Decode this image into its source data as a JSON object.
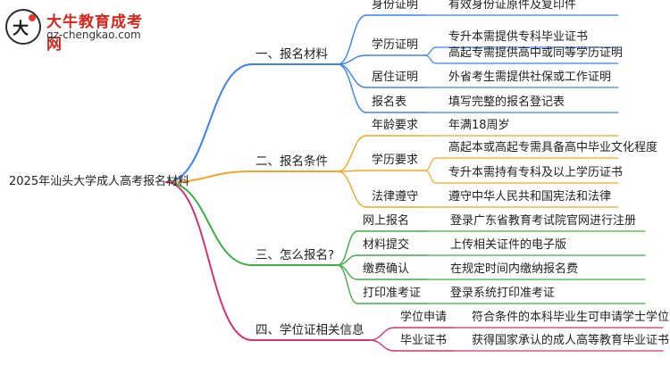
{
  "logo": {
    "name": "大牛教育成考网",
    "url": "gz-chengkao.com"
  },
  "root": "2025年汕头大学成人高考报名材料",
  "sections": [
    {
      "title": "一、报名材料",
      "color": "#3b82f6",
      "items": [
        {
          "label": "身份证明",
          "details": [
            "有效身份证原件及复印件"
          ]
        },
        {
          "label": "学历证明",
          "details": [
            "专升本需提供专科毕业证书",
            "高起专需提供高中或同等学历证明"
          ]
        },
        {
          "label": "居住证明",
          "details": [
            "外省考生需提供社保或工作证明"
          ]
        },
        {
          "label": "报名表",
          "details": [
            "填写完整的报名登记表"
          ]
        }
      ]
    },
    {
      "title": "二、报名条件",
      "color": "#f5a623",
      "items": [
        {
          "label": "年龄要求",
          "details": [
            "年满18周岁"
          ]
        },
        {
          "label": "学历要求",
          "details": [
            "高起本或高起专需具备高中毕业文化程度",
            "专升本需持有专科及以上学历证书"
          ]
        },
        {
          "label": "法律遵守",
          "details": [
            "遵守中华人民共和国宪法和法律"
          ]
        }
      ]
    },
    {
      "title": "三、怎么报名?",
      "color": "#3cb043",
      "items": [
        {
          "label": "网上报名",
          "details": [
            "登录广东省教育考试院官网进行注册"
          ]
        },
        {
          "label": "材料提交",
          "details": [
            "上传相关证件的电子版"
          ]
        },
        {
          "label": "缴费确认",
          "details": [
            "在规定时间内缴纳报名费"
          ]
        },
        {
          "label": "打印准考证",
          "details": [
            "登录系统打印准考证"
          ]
        }
      ]
    },
    {
      "title": "四、学位证相关信息",
      "color": "#d6336c",
      "items": [
        {
          "label": "学位申请",
          "details": [
            "符合条件的本科毕业生可申请学士学位"
          ]
        },
        {
          "label": "毕业证书",
          "details": [
            "获得国家承认的成人高等教育毕业证书"
          ]
        }
      ]
    }
  ]
}
